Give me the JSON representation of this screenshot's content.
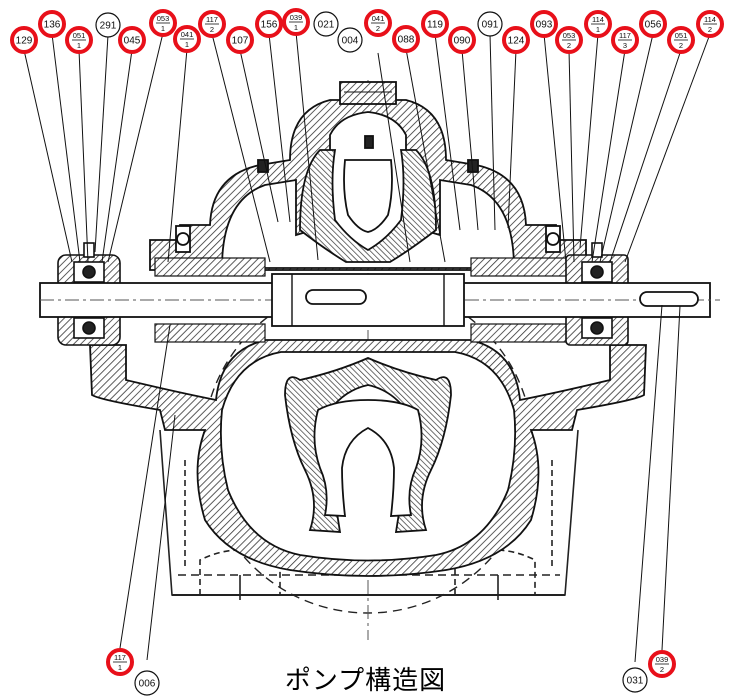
{
  "caption": "ポンプ構造図",
  "colors": {
    "highlight": "#e8101a",
    "plain": "#111111",
    "hatch": "#444444"
  },
  "callouts": [
    {
      "id": "c129",
      "text": "129",
      "highlight": true
    },
    {
      "id": "c136",
      "text": "136",
      "highlight": true
    },
    {
      "id": "c051a",
      "num": "051",
      "den": "1",
      "highlight": true
    },
    {
      "id": "c291",
      "text": "291",
      "highlight": false
    },
    {
      "id": "c045",
      "text": "045",
      "highlight": true
    },
    {
      "id": "c053a",
      "num": "053",
      "den": "1",
      "highlight": true
    },
    {
      "id": "c041",
      "num": "041",
      "den": "1",
      "highlight": true
    },
    {
      "id": "c117a",
      "num": "117",
      "den": "2",
      "highlight": true
    },
    {
      "id": "c107",
      "text": "107",
      "highlight": true
    },
    {
      "id": "c156",
      "text": "156",
      "highlight": true
    },
    {
      "id": "c039a",
      "num": "039",
      "den": "1",
      "highlight": true
    },
    {
      "id": "c021",
      "text": "021",
      "highlight": false
    },
    {
      "id": "c004",
      "text": "004",
      "highlight": false
    },
    {
      "id": "c041b",
      "num": "041",
      "den": "2",
      "highlight": true
    },
    {
      "id": "c088",
      "text": "088",
      "highlight": true
    },
    {
      "id": "c119",
      "text": "119",
      "highlight": true
    },
    {
      "id": "c090",
      "text": "090",
      "highlight": true
    },
    {
      "id": "c091",
      "text": "091",
      "highlight": false
    },
    {
      "id": "c124",
      "text": "124",
      "highlight": true
    },
    {
      "id": "c093",
      "text": "093",
      "highlight": true
    },
    {
      "id": "c053b",
      "num": "053",
      "den": "2",
      "highlight": true
    },
    {
      "id": "c114a",
      "num": "114",
      "den": "1",
      "highlight": true
    },
    {
      "id": "c117b",
      "num": "117",
      "den": "3",
      "highlight": true
    },
    {
      "id": "c056",
      "text": "056",
      "highlight": true
    },
    {
      "id": "c051b",
      "num": "051",
      "den": "2",
      "highlight": true
    },
    {
      "id": "c114b",
      "num": "114",
      "den": "2",
      "highlight": true
    },
    {
      "id": "c117c",
      "num": "117",
      "den": "1",
      "highlight": true
    },
    {
      "id": "c006",
      "text": "006",
      "highlight": false
    },
    {
      "id": "c031",
      "text": "031",
      "highlight": false
    },
    {
      "id": "c039b",
      "num": "039",
      "den": "2",
      "highlight": true
    }
  ]
}
